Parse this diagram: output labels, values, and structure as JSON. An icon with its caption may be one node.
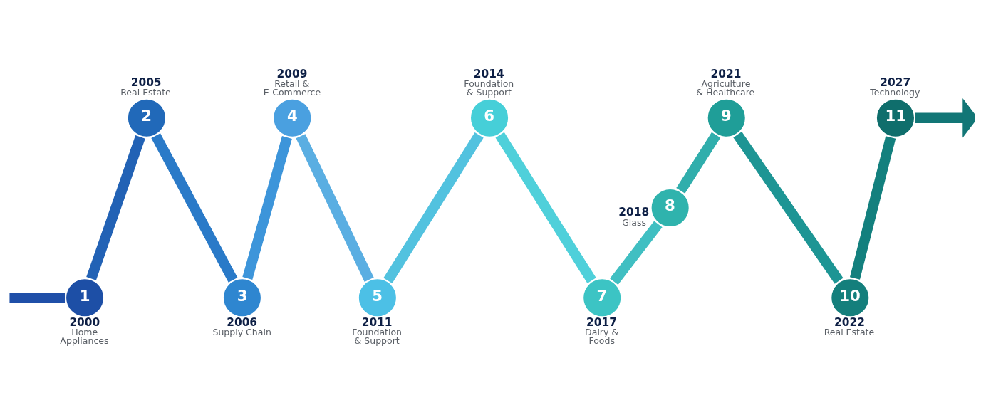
{
  "diagram": {
    "nodes": [
      {
        "text": [
          "1"
        ],
        "beside": [
          "2000",
          "Home Appliances"
        ]
      },
      {
        "text": [
          "2"
        ],
        "beside": [
          "2005",
          "Real Estate"
        ]
      },
      {
        "text": [
          "3"
        ],
        "beside": [
          "2006",
          "Supply Chain"
        ]
      },
      {
        "text": [
          "4"
        ],
        "beside": [
          "2009",
          "Retail & E-Commerce"
        ]
      },
      {
        "text": [
          "5"
        ],
        "beside": [
          "2011",
          "Foundation & Support"
        ]
      },
      {
        "text": [
          "6"
        ],
        "beside": [
          "2014",
          "Foundation & Support"
        ]
      },
      {
        "text": [
          "7"
        ],
        "beside": [
          "2017",
          "Dairy & Foods"
        ]
      },
      {
        "text": [
          "8"
        ],
        "beside": [
          "2018",
          "Glass"
        ]
      },
      {
        "text": [
          "9"
        ],
        "beside": [
          "2021",
          "Agriculture & Healthcare"
        ]
      },
      {
        "text": [
          "10"
        ],
        "beside": [
          "2022",
          "Real Estate"
        ]
      },
      {
        "text": [
          "11"
        ],
        "beside": [
          "2027",
          "Technology"
        ]
      }
    ],
    "edges": [
      {
        "from": null,
        "to": 0,
        "arrow": "none",
        "color": "#1f4fa8"
      },
      {
        "from": 0,
        "to": 1,
        "arrow": "none",
        "color": "#2262b5"
      },
      {
        "from": 1,
        "to": 2,
        "arrow": "none",
        "color": "#2a7ac8"
      },
      {
        "from": 2,
        "to": 3,
        "arrow": "none",
        "color": "#3d95da"
      },
      {
        "from": 3,
        "to": 4,
        "arrow": "none",
        "color": "#5aaee2"
      },
      {
        "from": 4,
        "to": 5,
        "arrow": "none",
        "color": "#52c2df"
      },
      {
        "from": 5,
        "to": 6,
        "arrow": "none",
        "color": "#4fd0da"
      },
      {
        "from": 6,
        "to": 7,
        "arrow": "none",
        "color": "#40bfc2"
      },
      {
        "from": 7,
        "to": 8,
        "arrow": "none",
        "color": "#30aeac"
      },
      {
        "from": 8,
        "to": 9,
        "arrow": "none",
        "color": "#1d9594"
      },
      {
        "from": 9,
        "to": 10,
        "arrow": "none",
        "color": "#13807e"
      },
      {
        "from": 10,
        "to": null,
        "arrow": "to",
        "color": "#127676"
      }
    ]
  }
}
